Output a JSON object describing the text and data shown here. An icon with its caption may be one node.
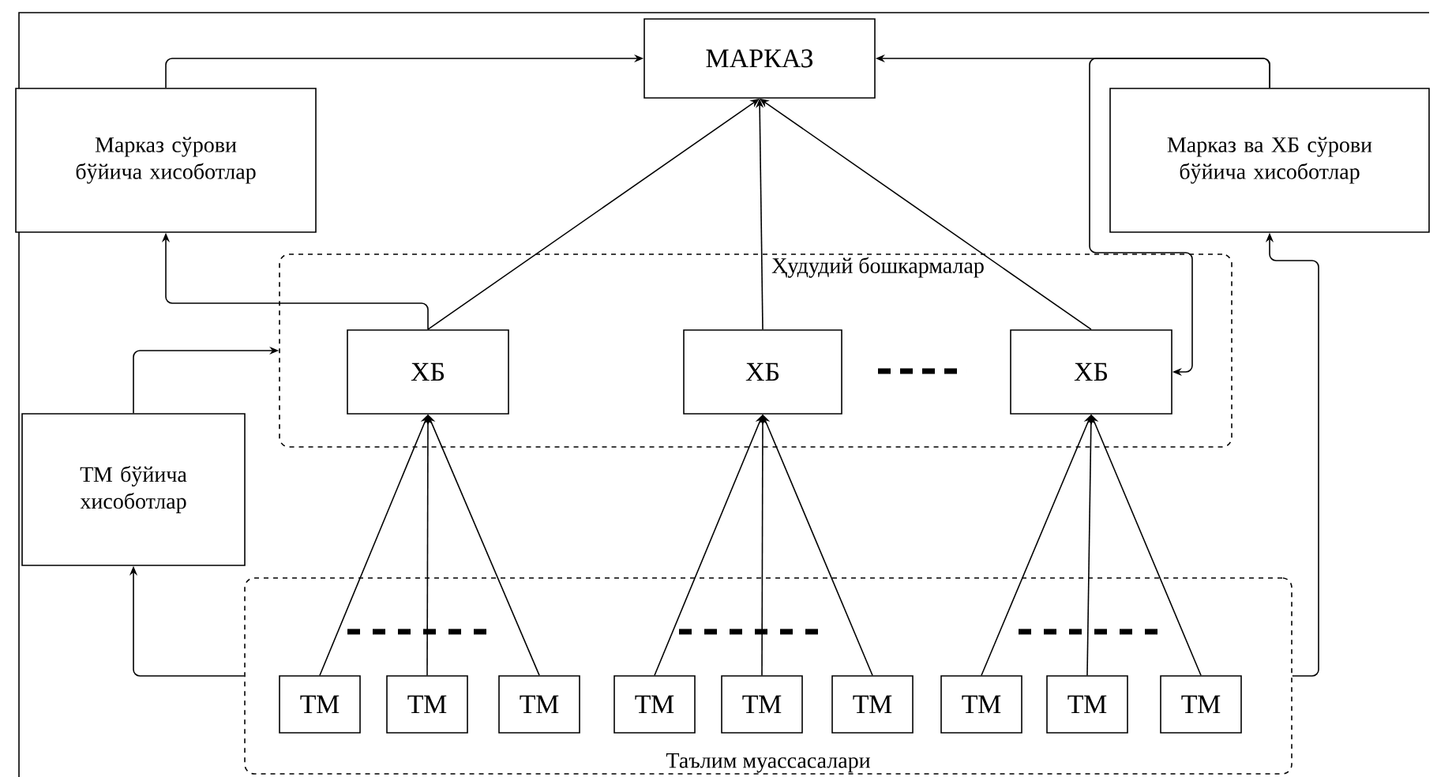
{
  "diagram": {
    "nodes": [
      {
        "text": [
          "МАРКАЗ"
        ]
      },
      {
        "text": [
          "Марказ сўрови бўйича хисоботлар"
        ]
      },
      {
        "text": [
          "Марказ ва ХБ сўрови бўйича хисоботлар"
        ]
      },
      {
        "text": [
          "Ҳудудий бошкармалар"
        ]
      },
      {
        "text": [
          "ХБ"
        ],
        "in": 3
      },
      {
        "text": [
          "ХБ"
        ],
        "in": 3
      },
      {
        "text": [
          "ХБ"
        ],
        "in": 3
      },
      {
        "text": [
          "ТМ бўйича хисоботлар"
        ]
      },
      {
        "text": [
          "Таълим муассасалари"
        ]
      },
      {
        "text": [
          "ТМ"
        ],
        "in": 8
      },
      {
        "text": [
          "ТМ"
        ],
        "in": 8
      },
      {
        "text": [
          "ТМ"
        ],
        "in": 8
      },
      {
        "text": [
          "ТМ"
        ],
        "in": 8
      },
      {
        "text": [
          "ТМ"
        ],
        "in": 8
      },
      {
        "text": [
          "ТМ"
        ],
        "in": 8
      },
      {
        "text": [
          "ТМ"
        ],
        "in": 8
      },
      {
        "text": [
          "ТМ"
        ],
        "in": 8
      },
      {
        "text": [
          "ТМ"
        ],
        "in": 8
      }
    ],
    "edges": [
      {
        "from": 4,
        "to": 0,
        "arrow": "to"
      },
      {
        "from": 5,
        "to": 0,
        "arrow": "to"
      },
      {
        "from": 6,
        "to": 0,
        "arrow": "to"
      },
      {
        "from": 9,
        "to": 4,
        "arrow": "to"
      },
      {
        "from": 10,
        "to": 4,
        "arrow": "to"
      },
      {
        "from": 11,
        "to": 4,
        "arrow": "to"
      },
      {
        "from": 12,
        "to": 5,
        "arrow": "to"
      },
      {
        "from": 13,
        "to": 5,
        "arrow": "to"
      },
      {
        "from": 14,
        "to": 5,
        "arrow": "to"
      },
      {
        "from": 15,
        "to": 6,
        "arrow": "to"
      },
      {
        "from": 16,
        "to": 6,
        "arrow": "to"
      },
      {
        "from": 17,
        "to": 6,
        "arrow": "to"
      },
      {
        "from": 4,
        "to": 1,
        "arrow": "to"
      },
      {
        "from": 1,
        "to": 0,
        "arrow": "to"
      },
      {
        "from": 7,
        "to": 3,
        "arrow": "to"
      },
      {
        "from": 8,
        "to": 7,
        "arrow": "to"
      },
      {
        "from": 2,
        "to": 0,
        "arrow": "to"
      },
      {
        "from": 2,
        "to": 6,
        "arrow": "to"
      },
      {
        "from": 8,
        "to": 2,
        "arrow": "to"
      }
    ]
  }
}
